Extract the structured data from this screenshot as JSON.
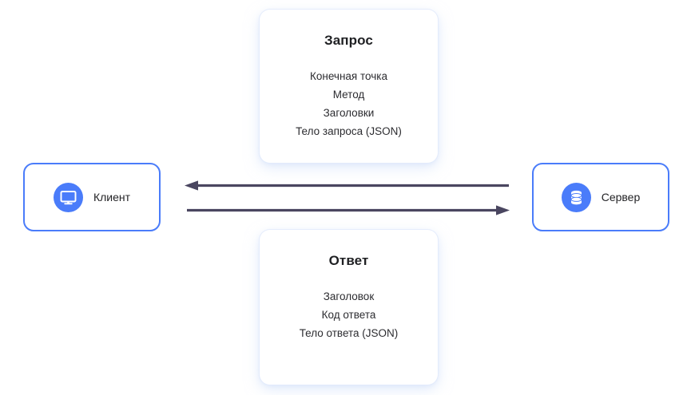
{
  "diagram": {
    "title_request": "Запрос",
    "title_response": "Ответ",
    "request_items": [
      "Конечная точка",
      "Метод",
      "Заголовки",
      "Тело запроса (JSON)"
    ],
    "response_items": [
      "Заголовок",
      "Код ответа",
      "Тело ответа (JSON)"
    ],
    "client_label": "Клиент",
    "server_label": "Сервер",
    "client_icon": "monitor-icon",
    "server_icon": "database-icon",
    "arrow_response": "arrow-server-to-client",
    "arrow_request": "arrow-client-to-server",
    "colors": {
      "accent_blue": "#4a7cfa",
      "arrow": "#4a4660",
      "title_text": "#1f2023",
      "body_text": "#2c2c30",
      "background": "#ffffff",
      "card_shadow": "#e2eafc"
    }
  }
}
